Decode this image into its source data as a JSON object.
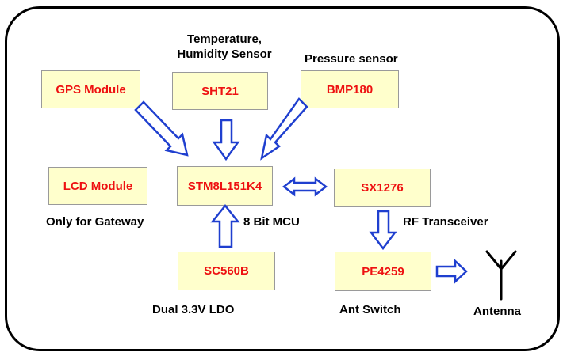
{
  "boxes": {
    "gps": "GPS Module",
    "sht": "SHT21",
    "bmp": "BMP180",
    "lcd": "LCD Module",
    "mcu": "STM8L151K4",
    "sx": "SX1276",
    "sc": "SC560B",
    "pe": "PE4259"
  },
  "captions": {
    "temp_line1": "Temperature,",
    "temp_line2": "Humidity Sensor",
    "pressure": "Pressure sensor",
    "gateway": "Only for Gateway",
    "mcu": "8 Bit MCU",
    "rf": "RF Transceiver",
    "ldo": "Dual  3.3V LDO",
    "switch": "Ant Switch",
    "antenna": "Antenna"
  },
  "colors": {
    "box_fill": "#ffffcc",
    "box_text": "#ee1111",
    "arrow": "#1f3fcf"
  },
  "icons": [
    "antenna-icon"
  ]
}
